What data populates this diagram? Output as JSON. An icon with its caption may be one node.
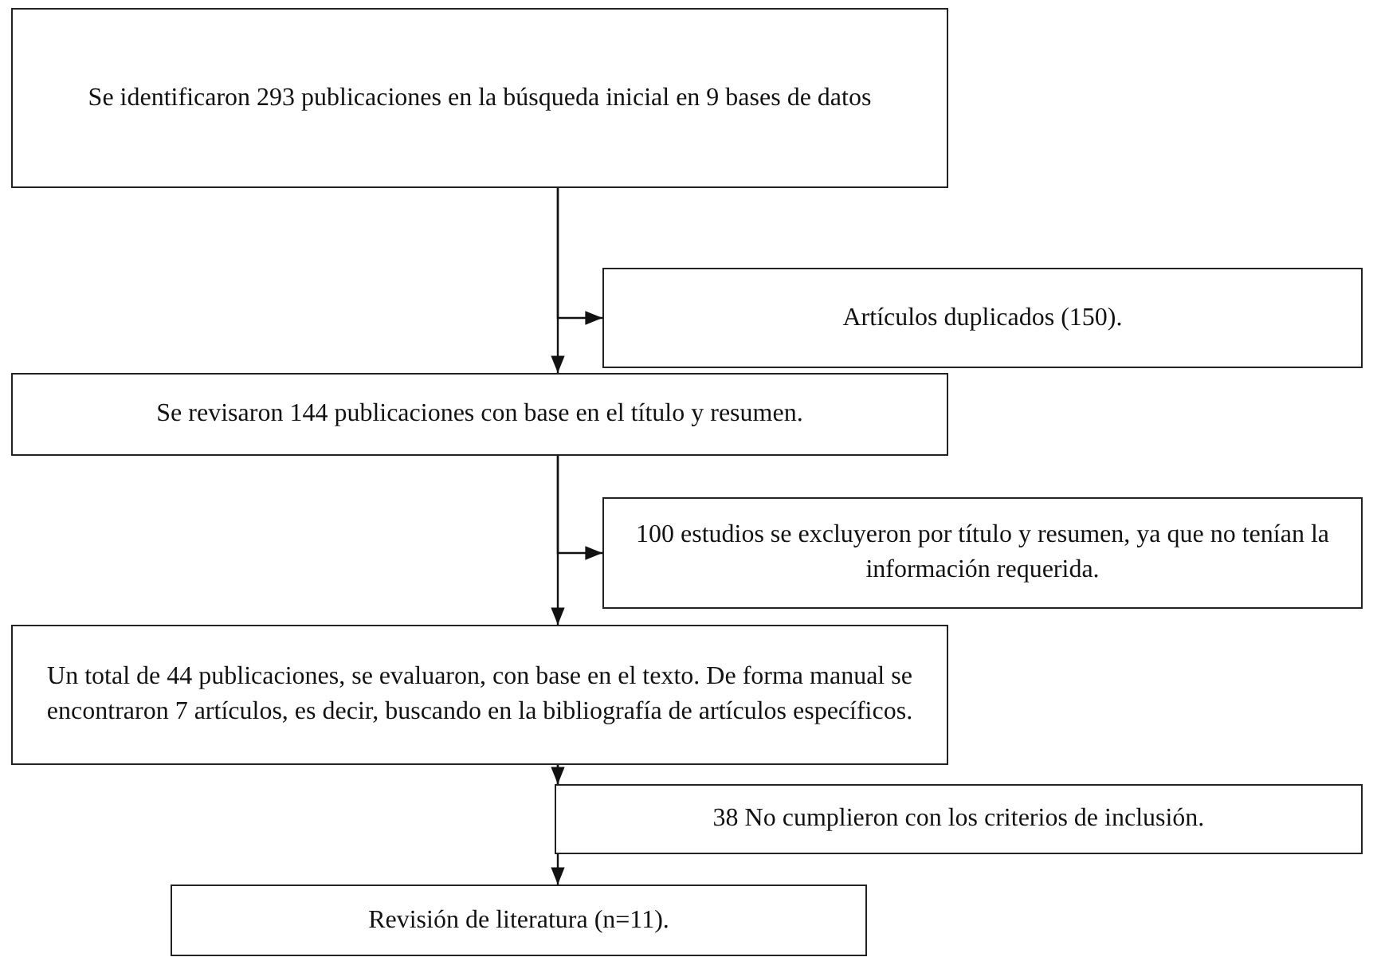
{
  "diagram": {
    "nodes": [
      {
        "text": [
          "Se identificaron 293 publicaciones en la búsqueda inicial en 9 bases de datos"
        ]
      },
      {
        "text": [
          "Artículos duplicados (150)."
        ]
      },
      {
        "text": [
          "Se revisaron 144 publicaciones con base en el título y resumen."
        ]
      },
      {
        "text": [
          "100 estudios se excluyeron por título y resumen, ya que no tenían la información requerida."
        ]
      },
      {
        "text": [
          "Un total de 44 publicaciones, se evaluaron, con base en el texto.  De forma manual se encontraron 7 artículos, es decir, buscando en la bibliografía de artículos específicos."
        ]
      },
      {
        "text": [
          "38 No cumplieron con los criterios de inclusión."
        ]
      },
      {
        "text": [
          "Revisión de literatura (n=11)."
        ]
      }
    ],
    "edges": [
      {
        "from": 0,
        "to": 1,
        "arrow": "to"
      },
      {
        "from": 0,
        "to": 2,
        "arrow": "to"
      },
      {
        "from": 2,
        "to": 3,
        "arrow": "to"
      },
      {
        "from": 2,
        "to": 4,
        "arrow": "to"
      },
      {
        "from": 4,
        "to": 5,
        "arrow": "to"
      },
      {
        "from": 4,
        "to": 6,
        "arrow": "to"
      }
    ]
  }
}
